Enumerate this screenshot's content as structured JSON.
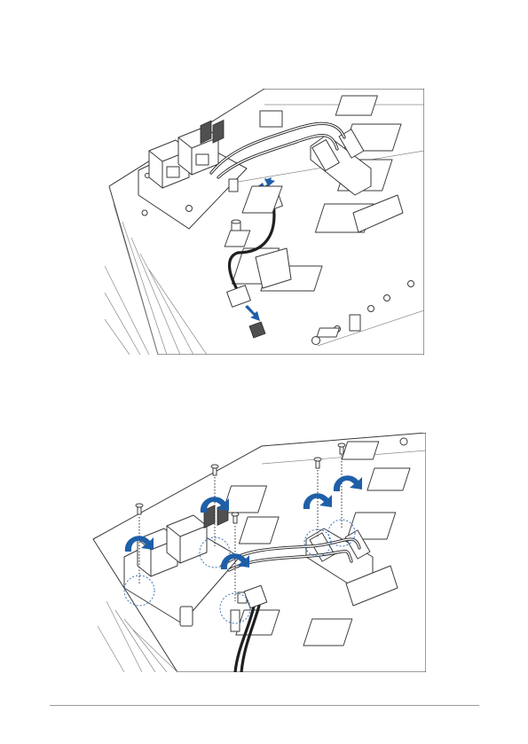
{
  "page": {
    "number": ""
  },
  "figures": [
    {
      "id": "cable-connection-diagram",
      "icons": [
        "connector-arrow-icon",
        "connector-arrow-icon"
      ]
    },
    {
      "id": "screw-installation-diagram",
      "icons": [
        "rotate-clockwise-icon",
        "screw-icon"
      ],
      "screw_count": 5
    }
  ],
  "colors": {
    "arrow": "#1f5fa8",
    "line": "#3a3a3a",
    "highlight_circle": "#3a72b8"
  }
}
